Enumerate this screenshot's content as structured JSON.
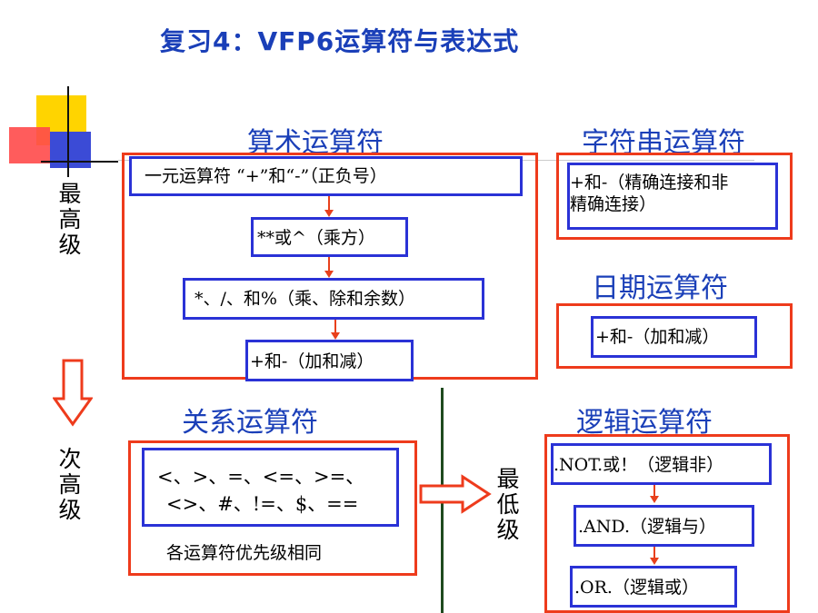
{
  "title": "复习4：VFP6运算符与表达式",
  "left_labels": {
    "top": [
      "最",
      "高",
      "级"
    ],
    "middle": [
      "次",
      "高",
      "级"
    ],
    "bottom": [
      "最",
      "低",
      "级"
    ]
  },
  "arithmetic": {
    "heading": "算术运算符",
    "items": [
      "一元运算符 “+”和“-”（正负号）",
      "**或^（乘方）",
      "*、/、和%（乘、除和余数）",
      "+和-（加和减）"
    ]
  },
  "string": {
    "heading": "字符串运算符",
    "lines": [
      "+和-（精确连接和非",
      "精确连接）"
    ]
  },
  "date": {
    "heading": "日期运算符",
    "item": "+和-（加和减）"
  },
  "relational": {
    "heading": "关系运算符",
    "lines": [
      "<、>、=、<=、>=、",
      "<>、#、!=、$、=="
    ],
    "note": "各运算符优先级相同"
  },
  "logical": {
    "heading": "逻辑运算符",
    "items": [
      ".NOT.或！（逻辑非）",
      ".AND.（逻辑与）",
      ".OR.（逻辑或）"
    ]
  },
  "colors": {
    "red": "#ee3b1c",
    "blue": "#2a32d6",
    "heading": "#1a3fb8",
    "divider": "#1f4a1f"
  }
}
